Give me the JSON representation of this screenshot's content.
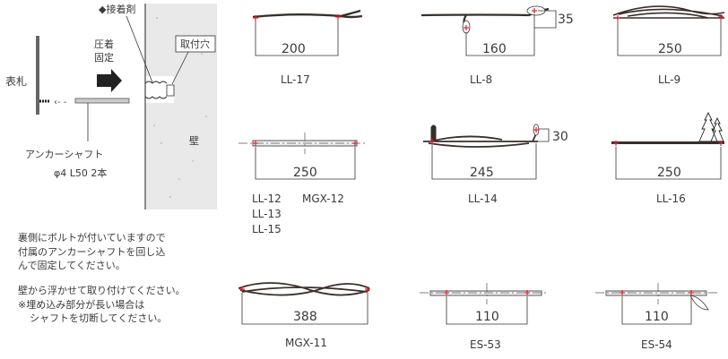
{
  "colors": {
    "pin": "#e62020",
    "line": "#333333",
    "wall": "#e9e9e9"
  },
  "install": {
    "glue_label": "◆接着剤",
    "press_label_1": "圧着",
    "press_label_2": "固定",
    "hole_label": "取付穴",
    "plate_label": "表札",
    "wall_label": "壁",
    "shaft_label": "アンカーシャフト",
    "shaft_spec": "φ4 L50 2本"
  },
  "notes": {
    "line1": "裏側にボルトが付いていますので",
    "line2": "付属のアンカーシャフトを回し込",
    "line3": "んで固定してください。",
    "line4": "壁から浮かせて取り付けてください。",
    "line5": "※埋め込み部分が長い場合は",
    "line6": "シャフトを切断してください。"
  },
  "models": {
    "ll17": {
      "dim": "200",
      "name": "LL-17"
    },
    "ll8": {
      "dim": "160",
      "height": "35",
      "name": "LL-8"
    },
    "ll9": {
      "dim": "250",
      "name": "LL-9"
    },
    "ll12": {
      "dim": "250",
      "name1": "LL-12",
      "name2": "MGX-12",
      "name3": "LL-13",
      "name4": "LL-15"
    },
    "ll14": {
      "dim": "245",
      "height": "30",
      "name": "LL-14"
    },
    "ll16": {
      "dim": "250",
      "name": "LL-16"
    },
    "mgx11": {
      "dim": "388",
      "name": "MGX-11"
    },
    "es53": {
      "dim": "110",
      "name": "ES-53"
    },
    "es54": {
      "dim": "110",
      "name": "ES-54"
    }
  }
}
